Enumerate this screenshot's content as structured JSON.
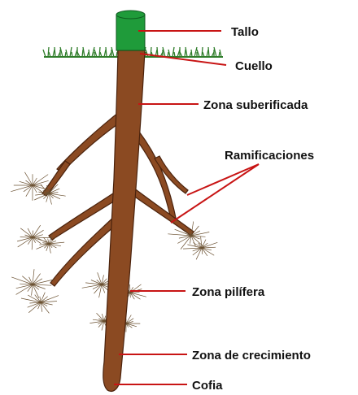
{
  "labels": {
    "tallo": "Tallo",
    "cuello": "Cuello",
    "zona_suberificada": "Zona suberificada",
    "ramificaciones": "Ramificaciones",
    "zona_pilifera": "Zona pilífera",
    "zona_crecimiento": "Zona de crecimiento",
    "cofia": "Cofia"
  },
  "colors": {
    "root_fill": "#8b4a22",
    "root_outline": "#4a220c",
    "stem_fill": "#1f9b3a",
    "grass": "#2f7d2a",
    "leader_line": "#c81414",
    "hair": "#6a5030"
  }
}
